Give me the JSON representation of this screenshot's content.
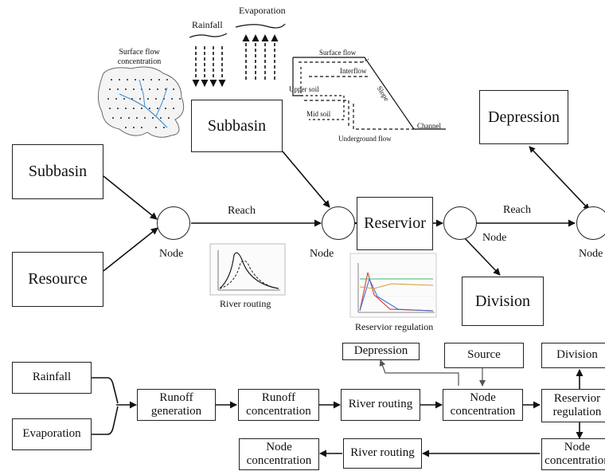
{
  "top": {
    "evaporation": "Evaporation",
    "rainfall": "Rainfall",
    "surface_flow_concentration": "Surface flow concentration",
    "subbasin_center": "Subbasin",
    "surface_flow": "Surface flow",
    "interflow": "Interflow",
    "upper_soil": "Upper soil",
    "mid_soil": "Mid soil",
    "underground_flow": "Underground flow",
    "slope": "Slope",
    "channel": "Channel",
    "depression": "Depression",
    "subbasin_left": "Subbasin",
    "resource": "Resource",
    "reach1": "Reach",
    "reach2": "Reach",
    "node1": "Node",
    "node2": "Node",
    "node3": "Node",
    "node4": "Node",
    "reservior": "Reservior",
    "division": "Division",
    "river_routing": "River routing",
    "reservior_regulation": "Reservior regulation"
  },
  "flow": {
    "rainfall": "Rainfall",
    "evaporation": "Evaporation",
    "runoff_generation": "Runoff generation",
    "runoff_concentration": "Runoff concentration",
    "river_routing1": "River routing",
    "node_concentration1": "Node concentration",
    "depression": "Depression",
    "source": "Source",
    "division": "Division",
    "reservior_regulation": "Reservior regulation",
    "node_concentration2": "Node concentration",
    "river_routing2": "River routing",
    "node_concentration3": "Node concentration"
  }
}
